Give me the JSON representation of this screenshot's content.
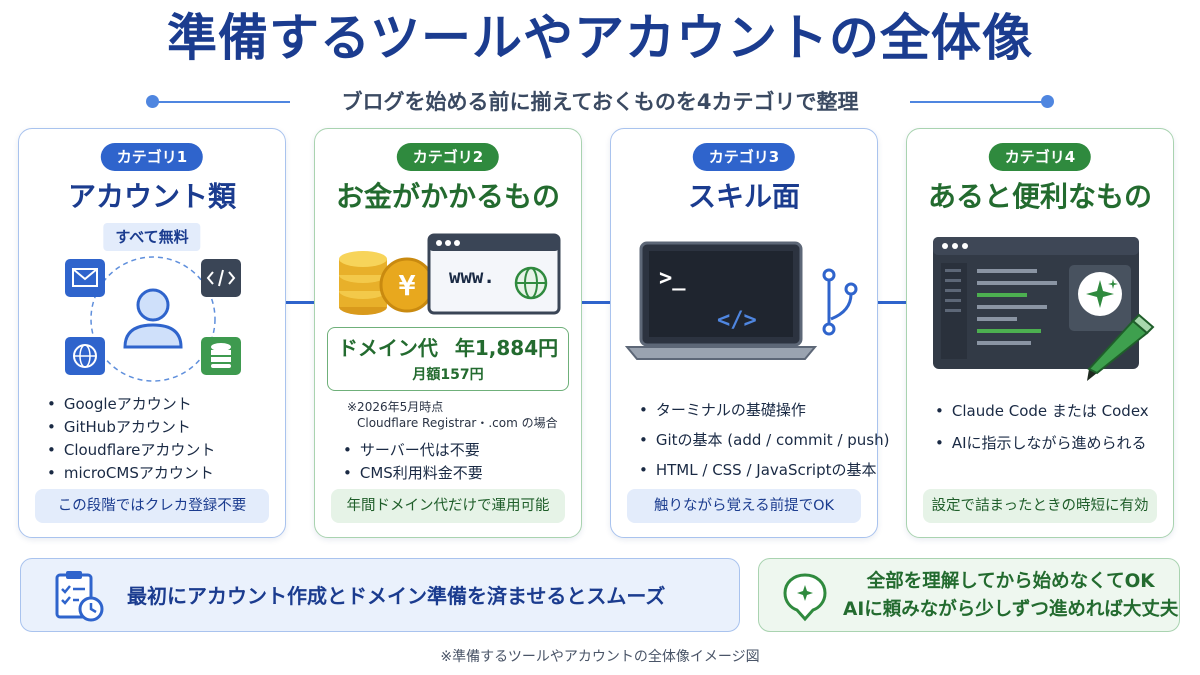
{
  "title": "準備するツールやアカウントの全体像",
  "subtitle": "ブログを始める前に揃えておくものを4カテゴリで整理",
  "colors": {
    "blue": "#2f64cc",
    "green": "#2f8a3e",
    "navy": "#1b3c8f"
  },
  "categories": [
    {
      "badge": "カテゴリ1",
      "title": "アカウント類",
      "pill": "すべて無料",
      "bullets": [
        "Googleアカウント",
        "GitHubアカウント",
        "Cloudflareアカウント",
        "microCMSアカウント"
      ],
      "footer": "この段階ではクレカ登録不要"
    },
    {
      "badge": "カテゴリ2",
      "title": "お金がかかるもの",
      "illustration_text": {
        "yen": "¥",
        "www": "www."
      },
      "price_label": "ドメイン代",
      "price_value": "年1,884円",
      "price_monthly": "月額157円",
      "note_line1": "※2026年5月時点",
      "note_line2": "Cloudflare Registrar・.com の場合",
      "bullets": [
        "サーバー代は不要",
        "CMS利用料金不要"
      ],
      "footer": "年間ドメイン代だけで運用可能"
    },
    {
      "badge": "カテゴリ3",
      "title": "スキル面",
      "illustration_text": {
        "prompt": ">_",
        "code": "</>"
      },
      "bullets": [
        "ターミナルの基礎操作",
        "Gitの基本 (add / commit / push)",
        "HTML / CSS / JavaScriptの基本"
      ],
      "footer": "触りながら覚える前提でOK"
    },
    {
      "badge": "カテゴリ4",
      "title": "あると便利なもの",
      "bullets": [
        "Claude Code または Codex",
        "AIに指示しながら進められる"
      ],
      "footer": "設定で詰まったときの時短に有効"
    }
  ],
  "banners": {
    "left": "最初にアカウント作成とドメイン準備を済ませるとスムーズ",
    "right_line1": "全部を理解してから始めなくてOK",
    "right_line2": "AIに頼みながら少しずつ進めれば大丈夫"
  },
  "footnote": "※準備するツールやアカウントの全体像イメージ図"
}
